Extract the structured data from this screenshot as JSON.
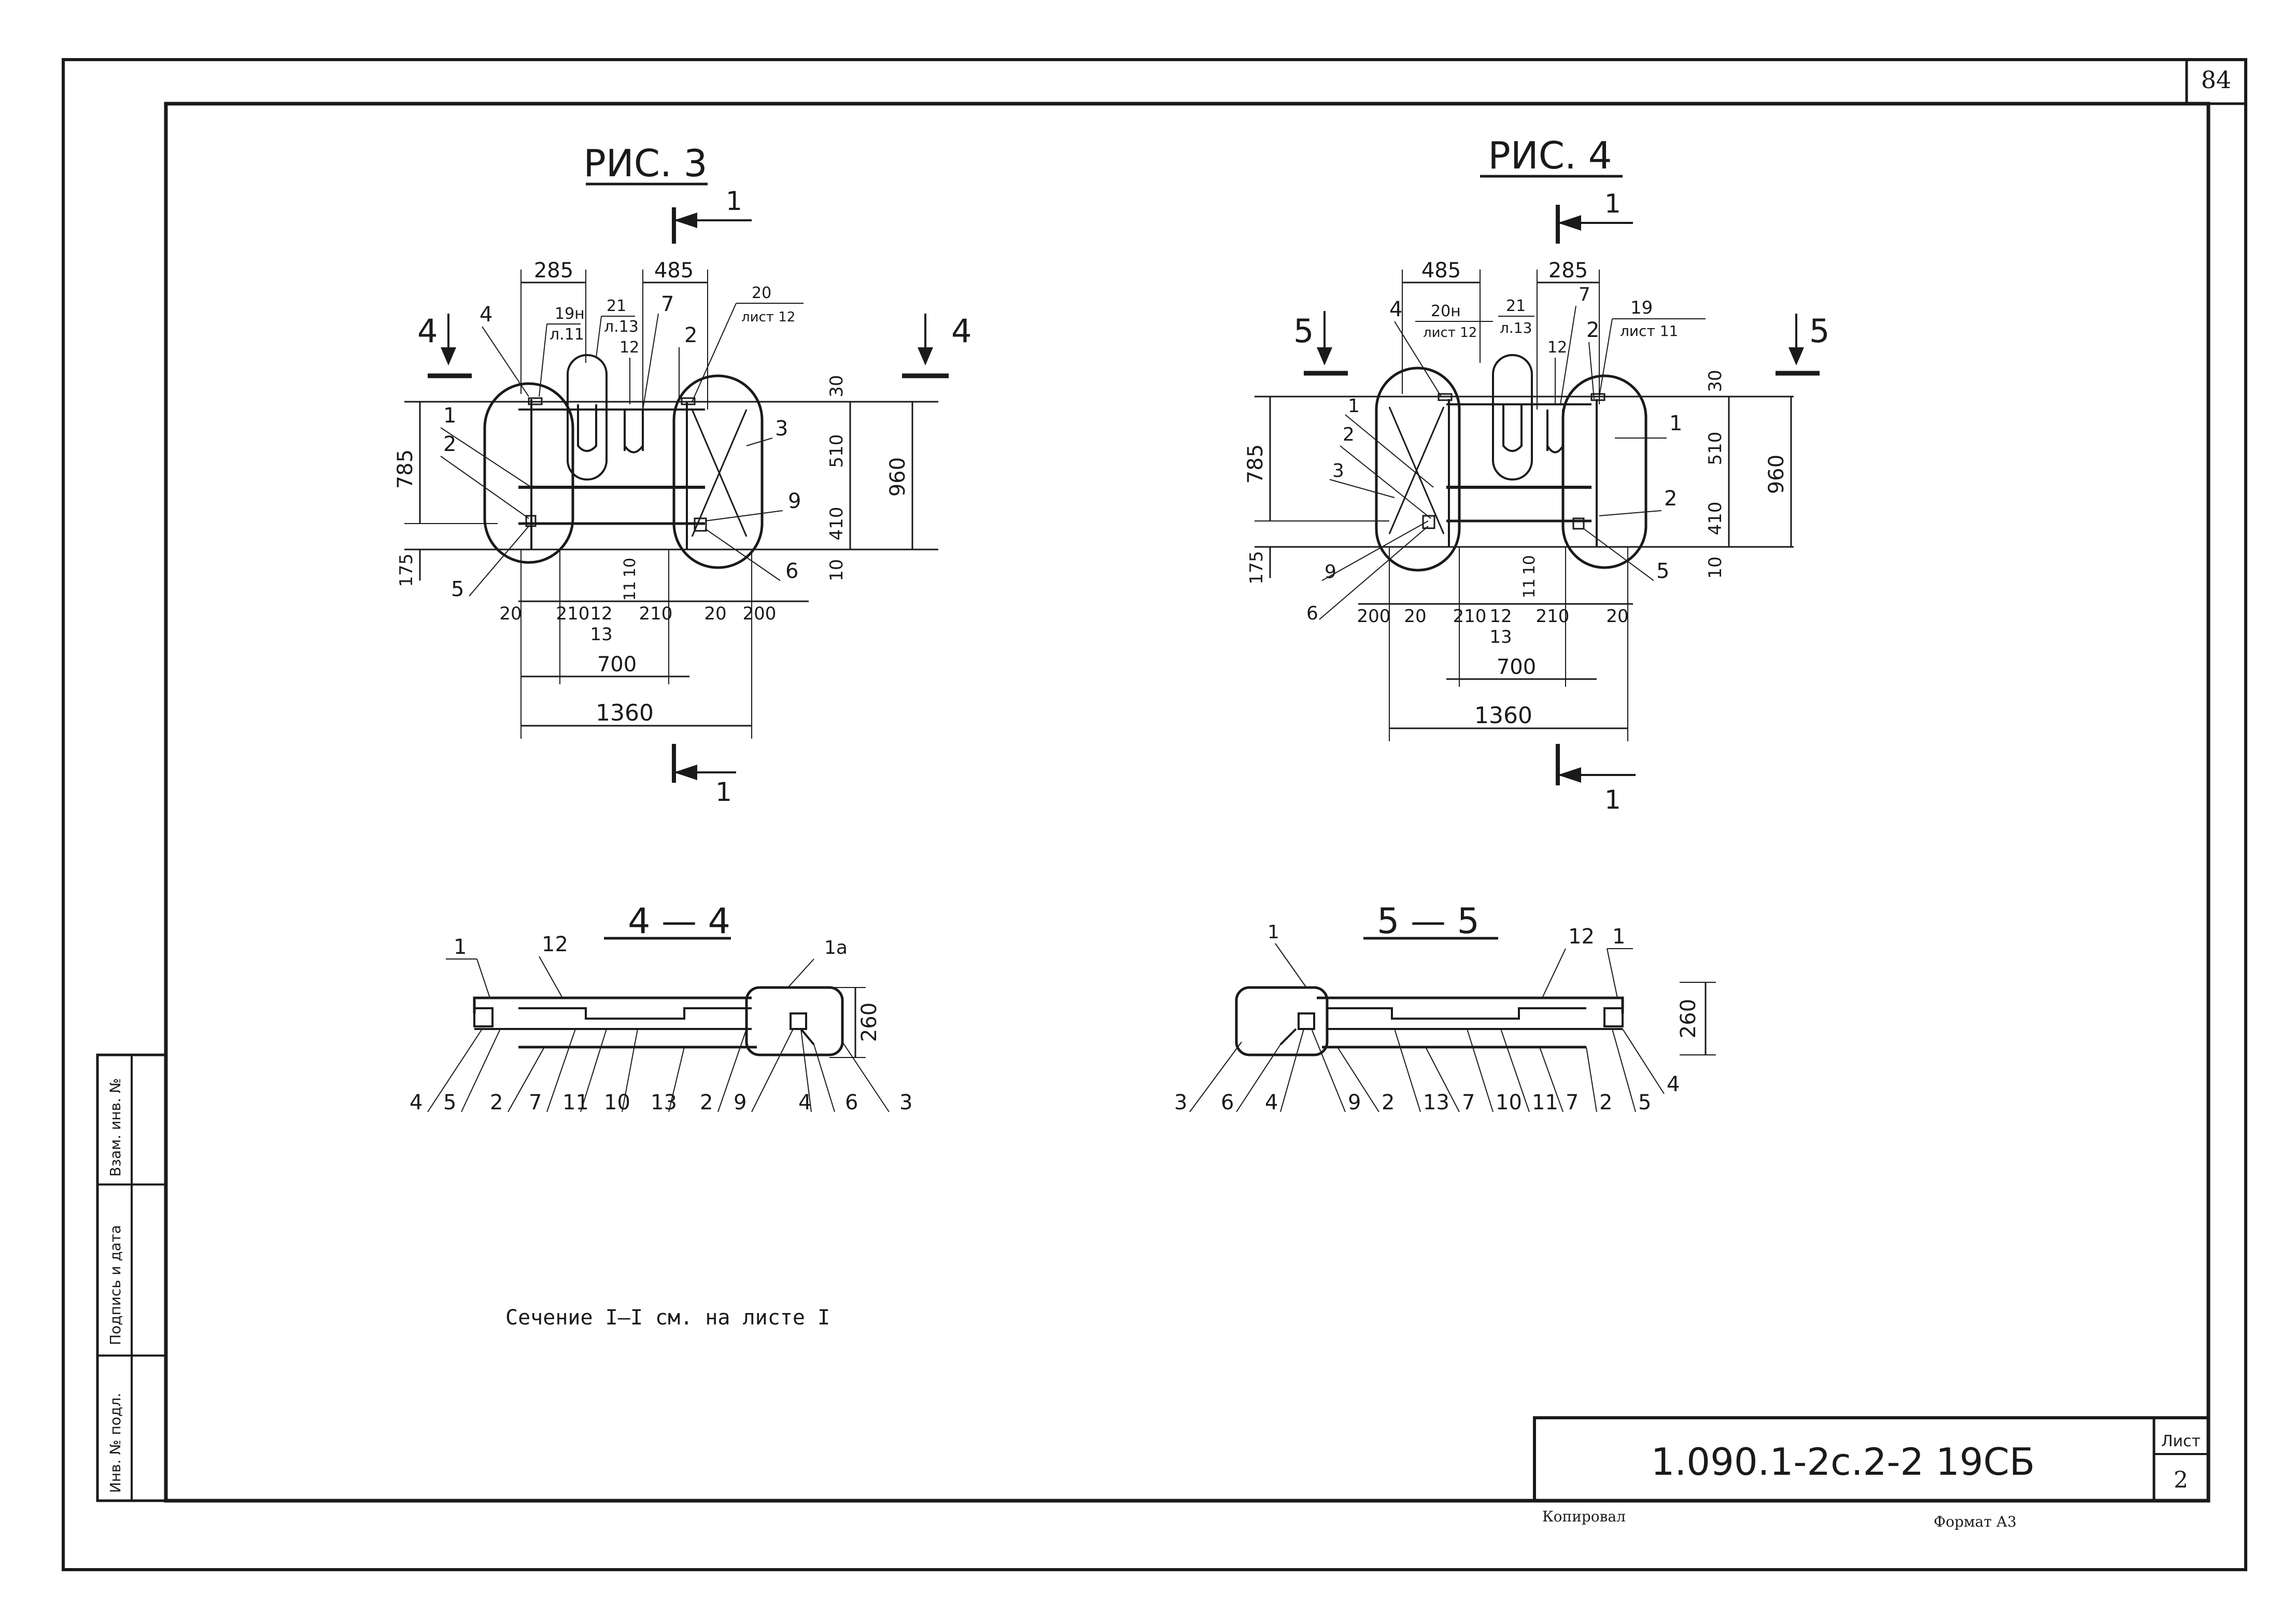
{
  "sheet_number_corner": "84",
  "figures": {
    "fig3": {
      "title": "РИС. 3",
      "section_mark_top": "1",
      "section_mark_bottom": "1",
      "section_left": "4",
      "section_right": "4",
      "top_dims": [
        "285",
        "485"
      ],
      "callouts_top": [
        "4",
        "19н",
        "л.11",
        "21",
        "л.13",
        "12",
        "7",
        "2",
        "20",
        "лист 12"
      ],
      "left_dims": [
        "785",
        "175"
      ],
      "left_labels": [
        "1",
        "2",
        "5"
      ],
      "right_labels": [
        "3",
        "9",
        "6"
      ],
      "right_dims": [
        "30",
        "510",
        "410",
        "10",
        "960"
      ],
      "bottom_dims": [
        "20",
        "210",
        "12",
        "13",
        "210",
        "20",
        "200",
        "10",
        "11"
      ],
      "dim_700": "700",
      "dim_1360": "1360"
    },
    "fig4": {
      "title": "РИС. 4",
      "section_mark_top": "1",
      "section_mark_bottom": "1",
      "section_left": "5",
      "section_right": "5",
      "top_dims": [
        "485",
        "285"
      ],
      "callouts_top": [
        "4",
        "20н",
        "лист 12",
        "21",
        "л.13",
        "12",
        "7",
        "2",
        "19",
        "лист 11"
      ],
      "left_dims": [
        "785",
        "175"
      ],
      "left_labels": [
        "1",
        "2",
        "3",
        "9",
        "6"
      ],
      "right_labels": [
        "1",
        "2",
        "5"
      ],
      "right_dims": [
        "30",
        "510",
        "410",
        "10",
        "960"
      ],
      "bottom_dims": [
        "200",
        "20",
        "210",
        "12",
        "13",
        "210",
        "20",
        "10",
        "11"
      ],
      "dim_700": "700",
      "dim_1360": "1360"
    },
    "sec44": {
      "title": "4 — 4",
      "top_labels": [
        "1",
        "12",
        "1а"
      ],
      "dim": "260",
      "bottom_labels": [
        "4",
        "5",
        "2",
        "7",
        "11",
        "10",
        "13",
        "2",
        "9",
        "4",
        "6",
        "3"
      ]
    },
    "sec55": {
      "title": "5 — 5",
      "top_labels": [
        "1",
        "12",
        "1"
      ],
      "dim": "260",
      "bottom_labels": [
        "3",
        "6",
        "4",
        "9",
        "2",
        "13",
        "7",
        "10",
        "11",
        "7",
        "2",
        "5",
        "4"
      ]
    }
  },
  "note": "Сечение I–I см. на листе I",
  "side_stamp": [
    "Инв. № подл.",
    "Подпись и дата",
    "Взам. инв. №"
  ],
  "title_block": {
    "code": "1.090.1-2с.2-2 19СБ",
    "sheet_label": "Лист",
    "sheet_value": "2",
    "copied": "Копировал",
    "format": "Формат А3"
  },
  "colors": {
    "ink": "#1a1a1a",
    "paper": "#ffffff"
  }
}
